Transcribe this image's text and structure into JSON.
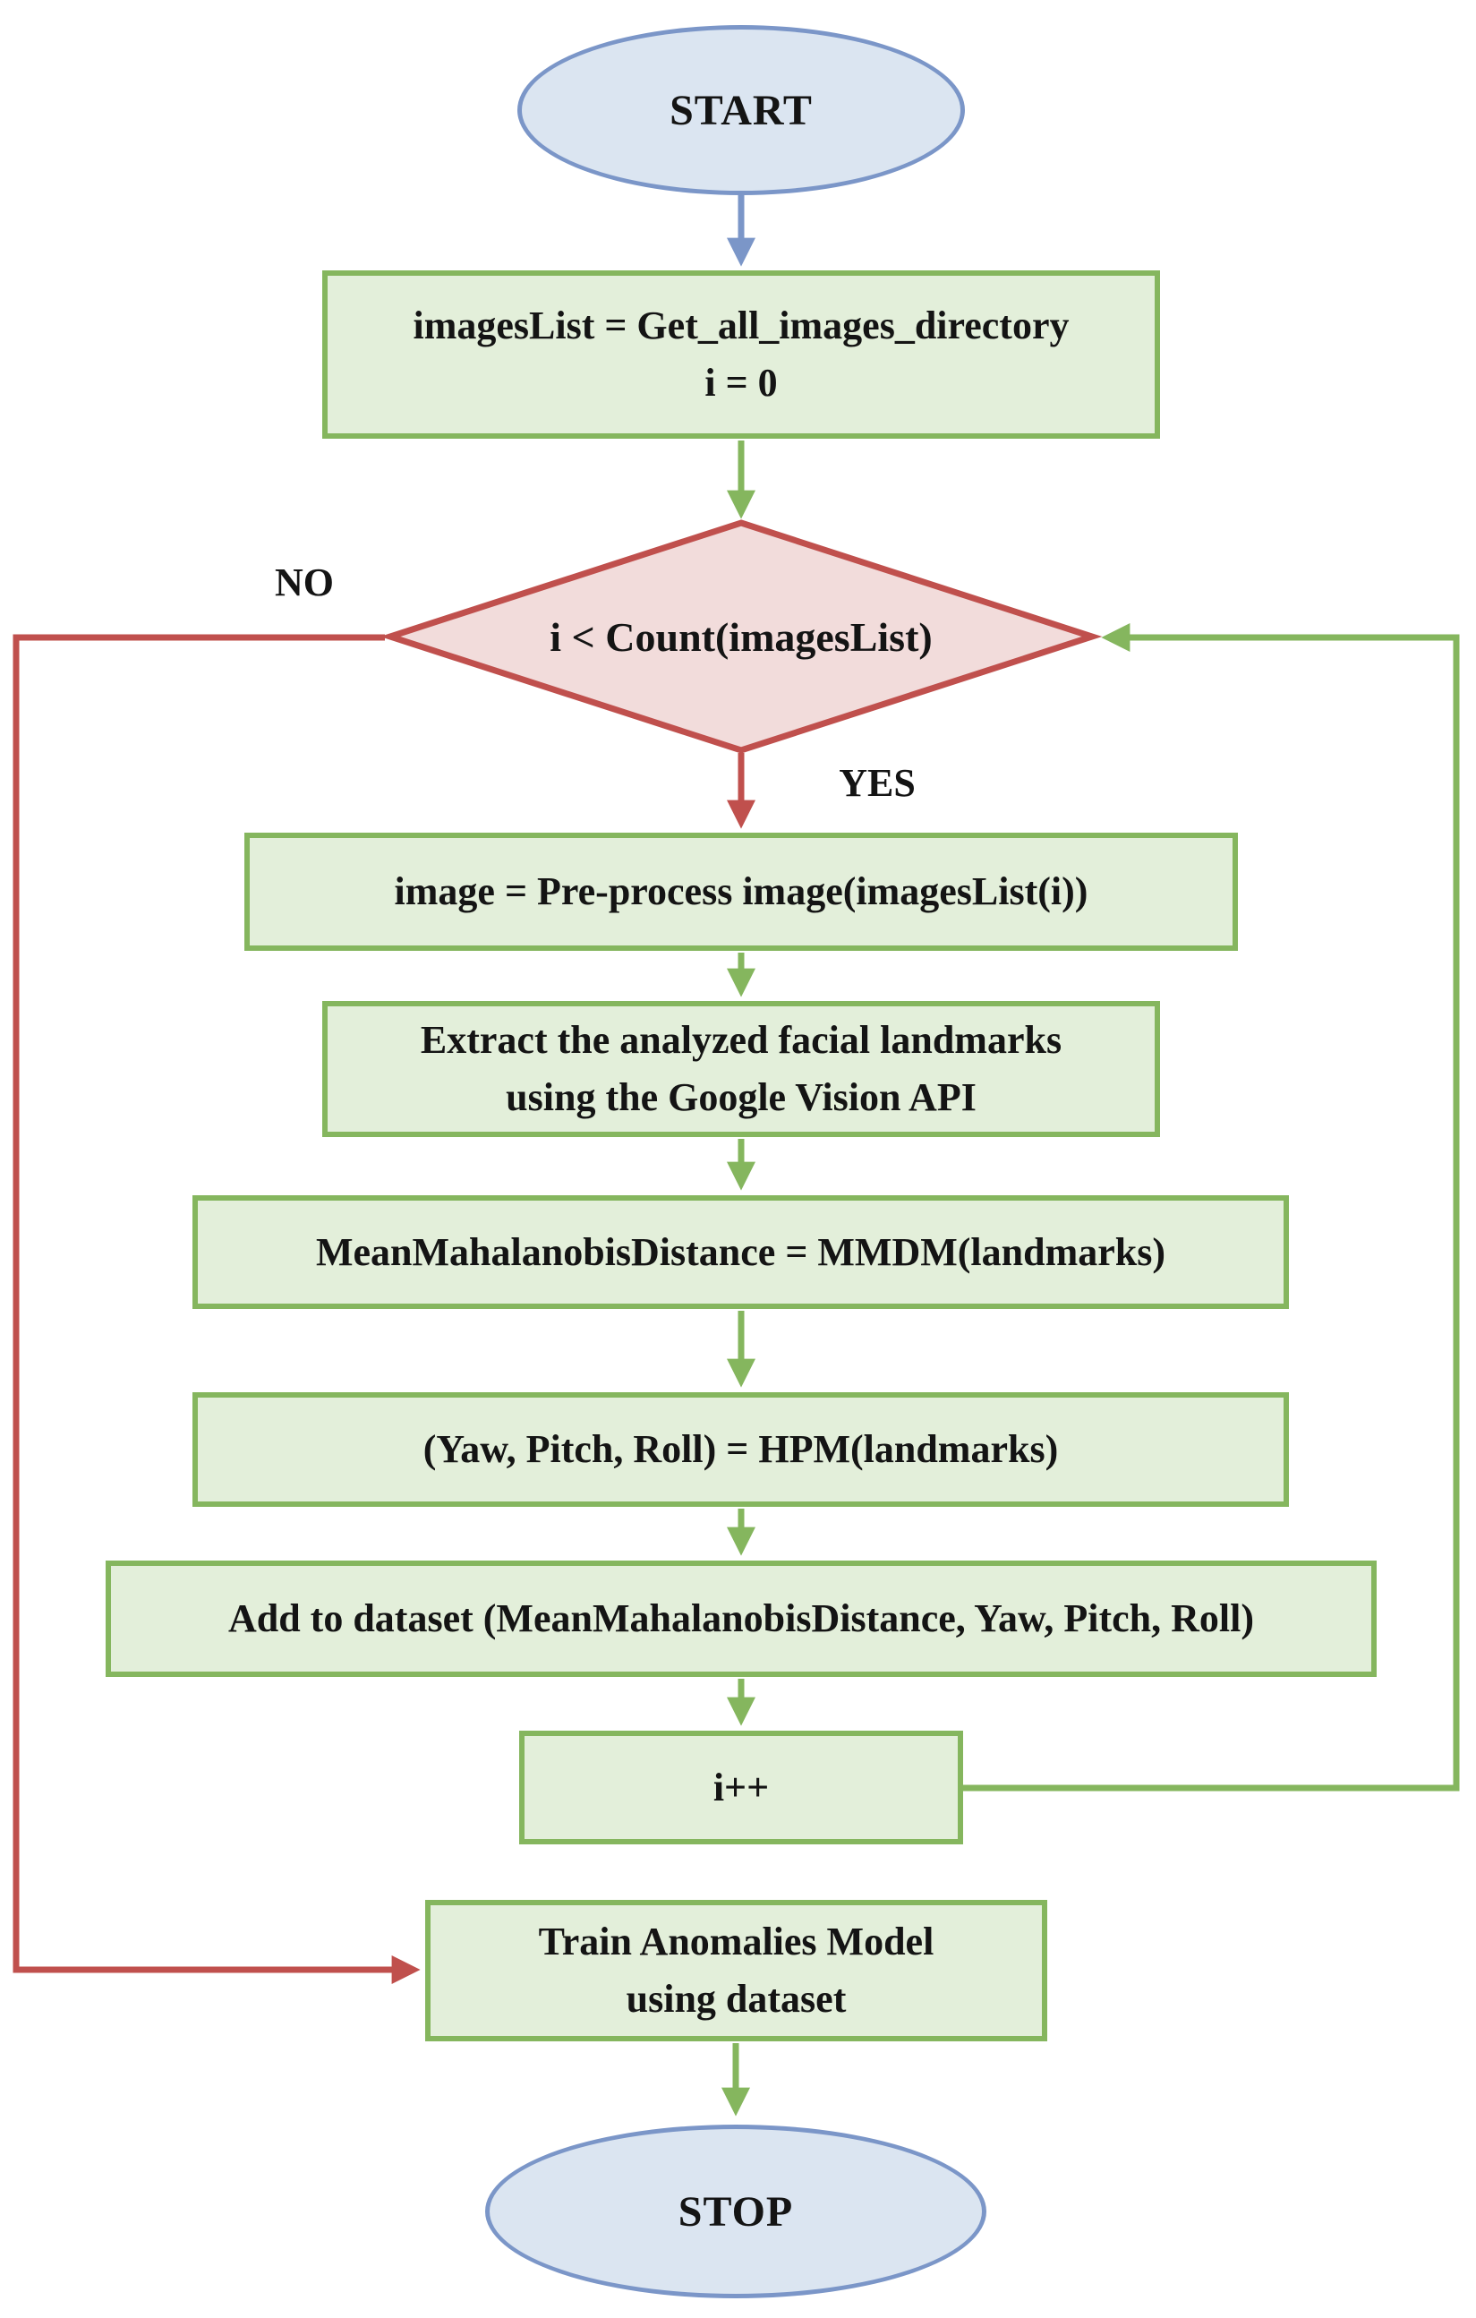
{
  "colors": {
    "terminal_fill": "#dbe5f1",
    "terminal_border": "#7b96c8",
    "process_fill": "#e3efda",
    "process_border": "#85b65e",
    "decision_fill": "#f2dcdb",
    "decision_border": "#c0504d",
    "arrow_blue": "#7b96c8",
    "arrow_green": "#85b65e",
    "arrow_red": "#c0504d",
    "text": "#141414"
  },
  "nodes": {
    "start": {
      "label": "START"
    },
    "init": {
      "line1": "imagesList = Get_all_images_directory",
      "line2": "i = 0"
    },
    "loop_condition": {
      "label": "i < Count(imagesList)"
    },
    "preprocess": {
      "label": "image = Pre-process image(imagesList(i))"
    },
    "extract_landmarks": {
      "line1": "Extract the analyzed facial landmarks",
      "line2": "using the Google Vision API"
    },
    "mahalanobis": {
      "label": "MeanMahalanobisDistance = MMDM(landmarks)"
    },
    "head_pose": {
      "label": "(Yaw, Pitch, Roll) = HPM(landmarks)"
    },
    "add_to_dataset": {
      "label": "Add to dataset (MeanMahalanobisDistance, Yaw, Pitch, Roll)"
    },
    "increment": {
      "label": "i++"
    },
    "train_model": {
      "line1": "Train Anomalies Model",
      "line2": "using dataset"
    },
    "stop": {
      "label": "STOP"
    }
  },
  "edge_labels": {
    "no": "NO",
    "yes": "YES"
  }
}
